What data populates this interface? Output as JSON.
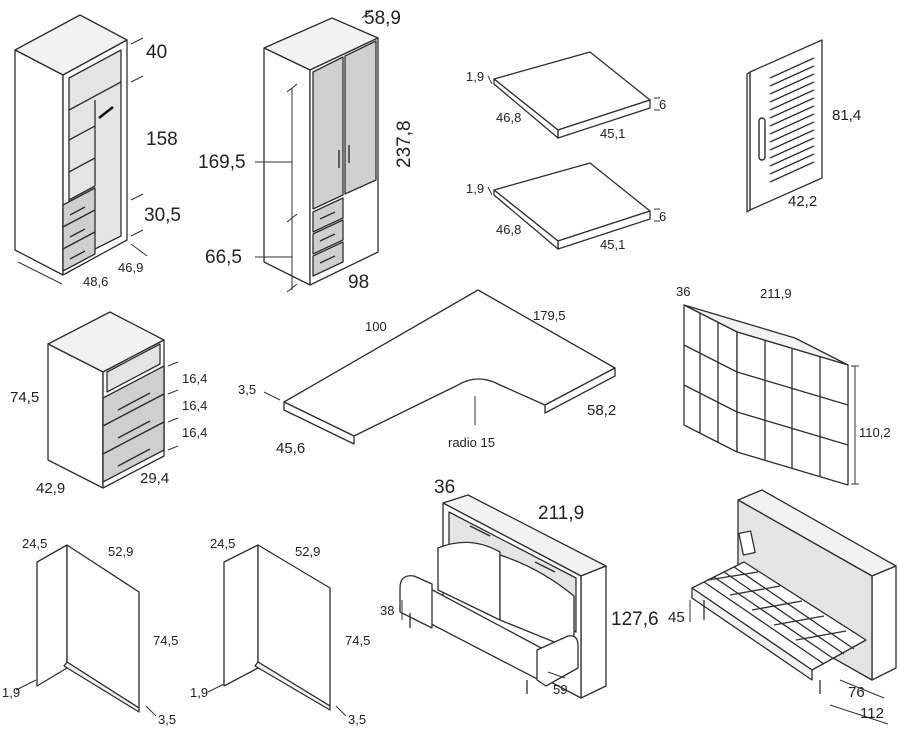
{
  "labels": {
    "wardrobe_open": {
      "top": "40",
      "mid": "158",
      "lower": "30,5",
      "depth": "46,9",
      "width": "48,6"
    },
    "wardrobe_closed": {
      "depth": "58,9",
      "height": "237,8",
      "door": "169,5",
      "drawers": "66,5",
      "width": "98"
    },
    "shelf_a": {
      "thickness": "1,9",
      "depth": "46,8",
      "width": "45,1",
      "lip": "6"
    },
    "shelf_b": {
      "thickness": "1,9",
      "depth": "46,8",
      "width": "45,1",
      "lip": "6"
    },
    "door_panel": {
      "height": "81,4",
      "width": "42,2"
    },
    "chest": {
      "height": "74,5",
      "drawer_1": "16,4",
      "drawer_2": "16,4",
      "drawer_3": "16,4",
      "width": "42,9",
      "depth": "29,4"
    },
    "corner_desk": {
      "back": "100",
      "side": "179,5",
      "thickness": "3,5",
      "front": "45,6",
      "return": "58,2",
      "radius": "radio 15"
    },
    "bookcase": {
      "depth": "36",
      "width": "211,9",
      "height": "110,2"
    },
    "panel_left": {
      "top_depth": "24,5",
      "width": "52,9",
      "height": "74,5",
      "thickness": "1,9",
      "base": "3,5"
    },
    "panel_right": {
      "top_depth": "24,5",
      "width": "52,9",
      "height": "74,5",
      "thickness": "1,9",
      "base": "3,5"
    },
    "sofa_bed": {
      "depth": "36",
      "width": "211,9",
      "height": "127,6",
      "seat": "38",
      "arm": "59"
    },
    "bed_open": {
      "seat": "45",
      "open_depth": "76",
      "total_depth": "112"
    }
  }
}
